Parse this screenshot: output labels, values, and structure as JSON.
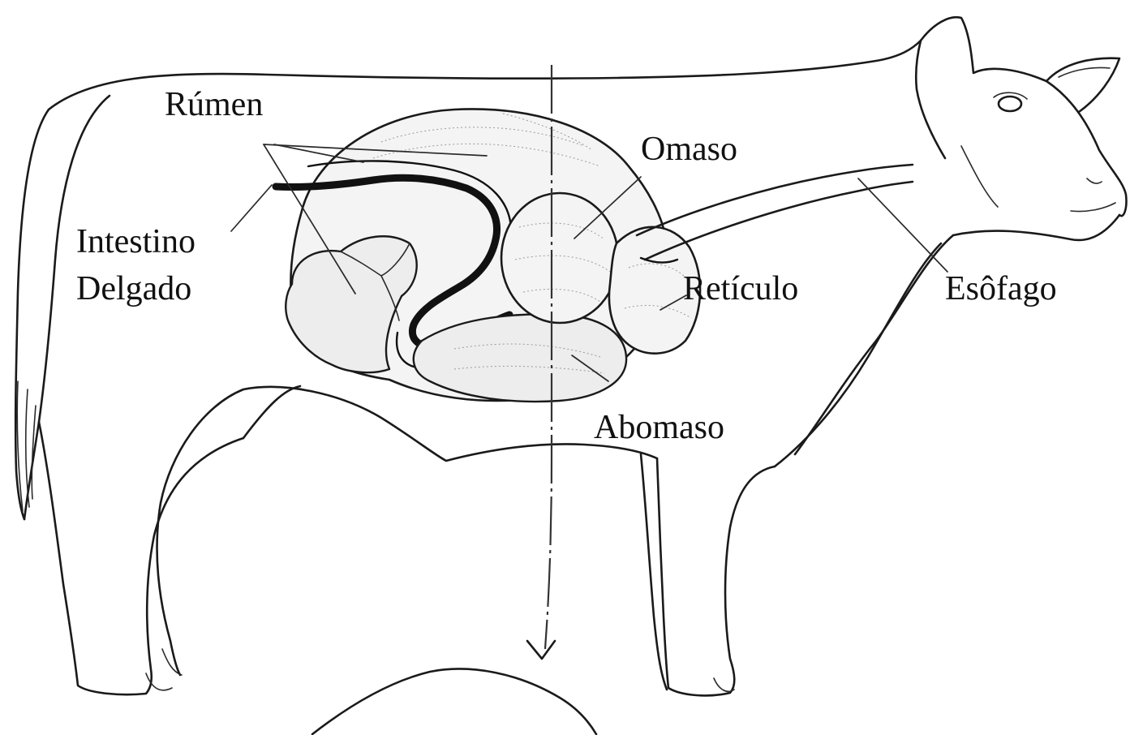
{
  "labels": {
    "rumen": "Rúmen",
    "omaso": "Omaso",
    "intestino_line1": "Intestino",
    "intestino_line2": "Delgado",
    "reticulo": "Retículo",
    "esofago": "Esôfago",
    "abomaso": "Abomaso"
  },
  "colors": {
    "line": "#1a1a1a",
    "organ_fill": "#f4f4f4",
    "background": "#ffffff"
  }
}
